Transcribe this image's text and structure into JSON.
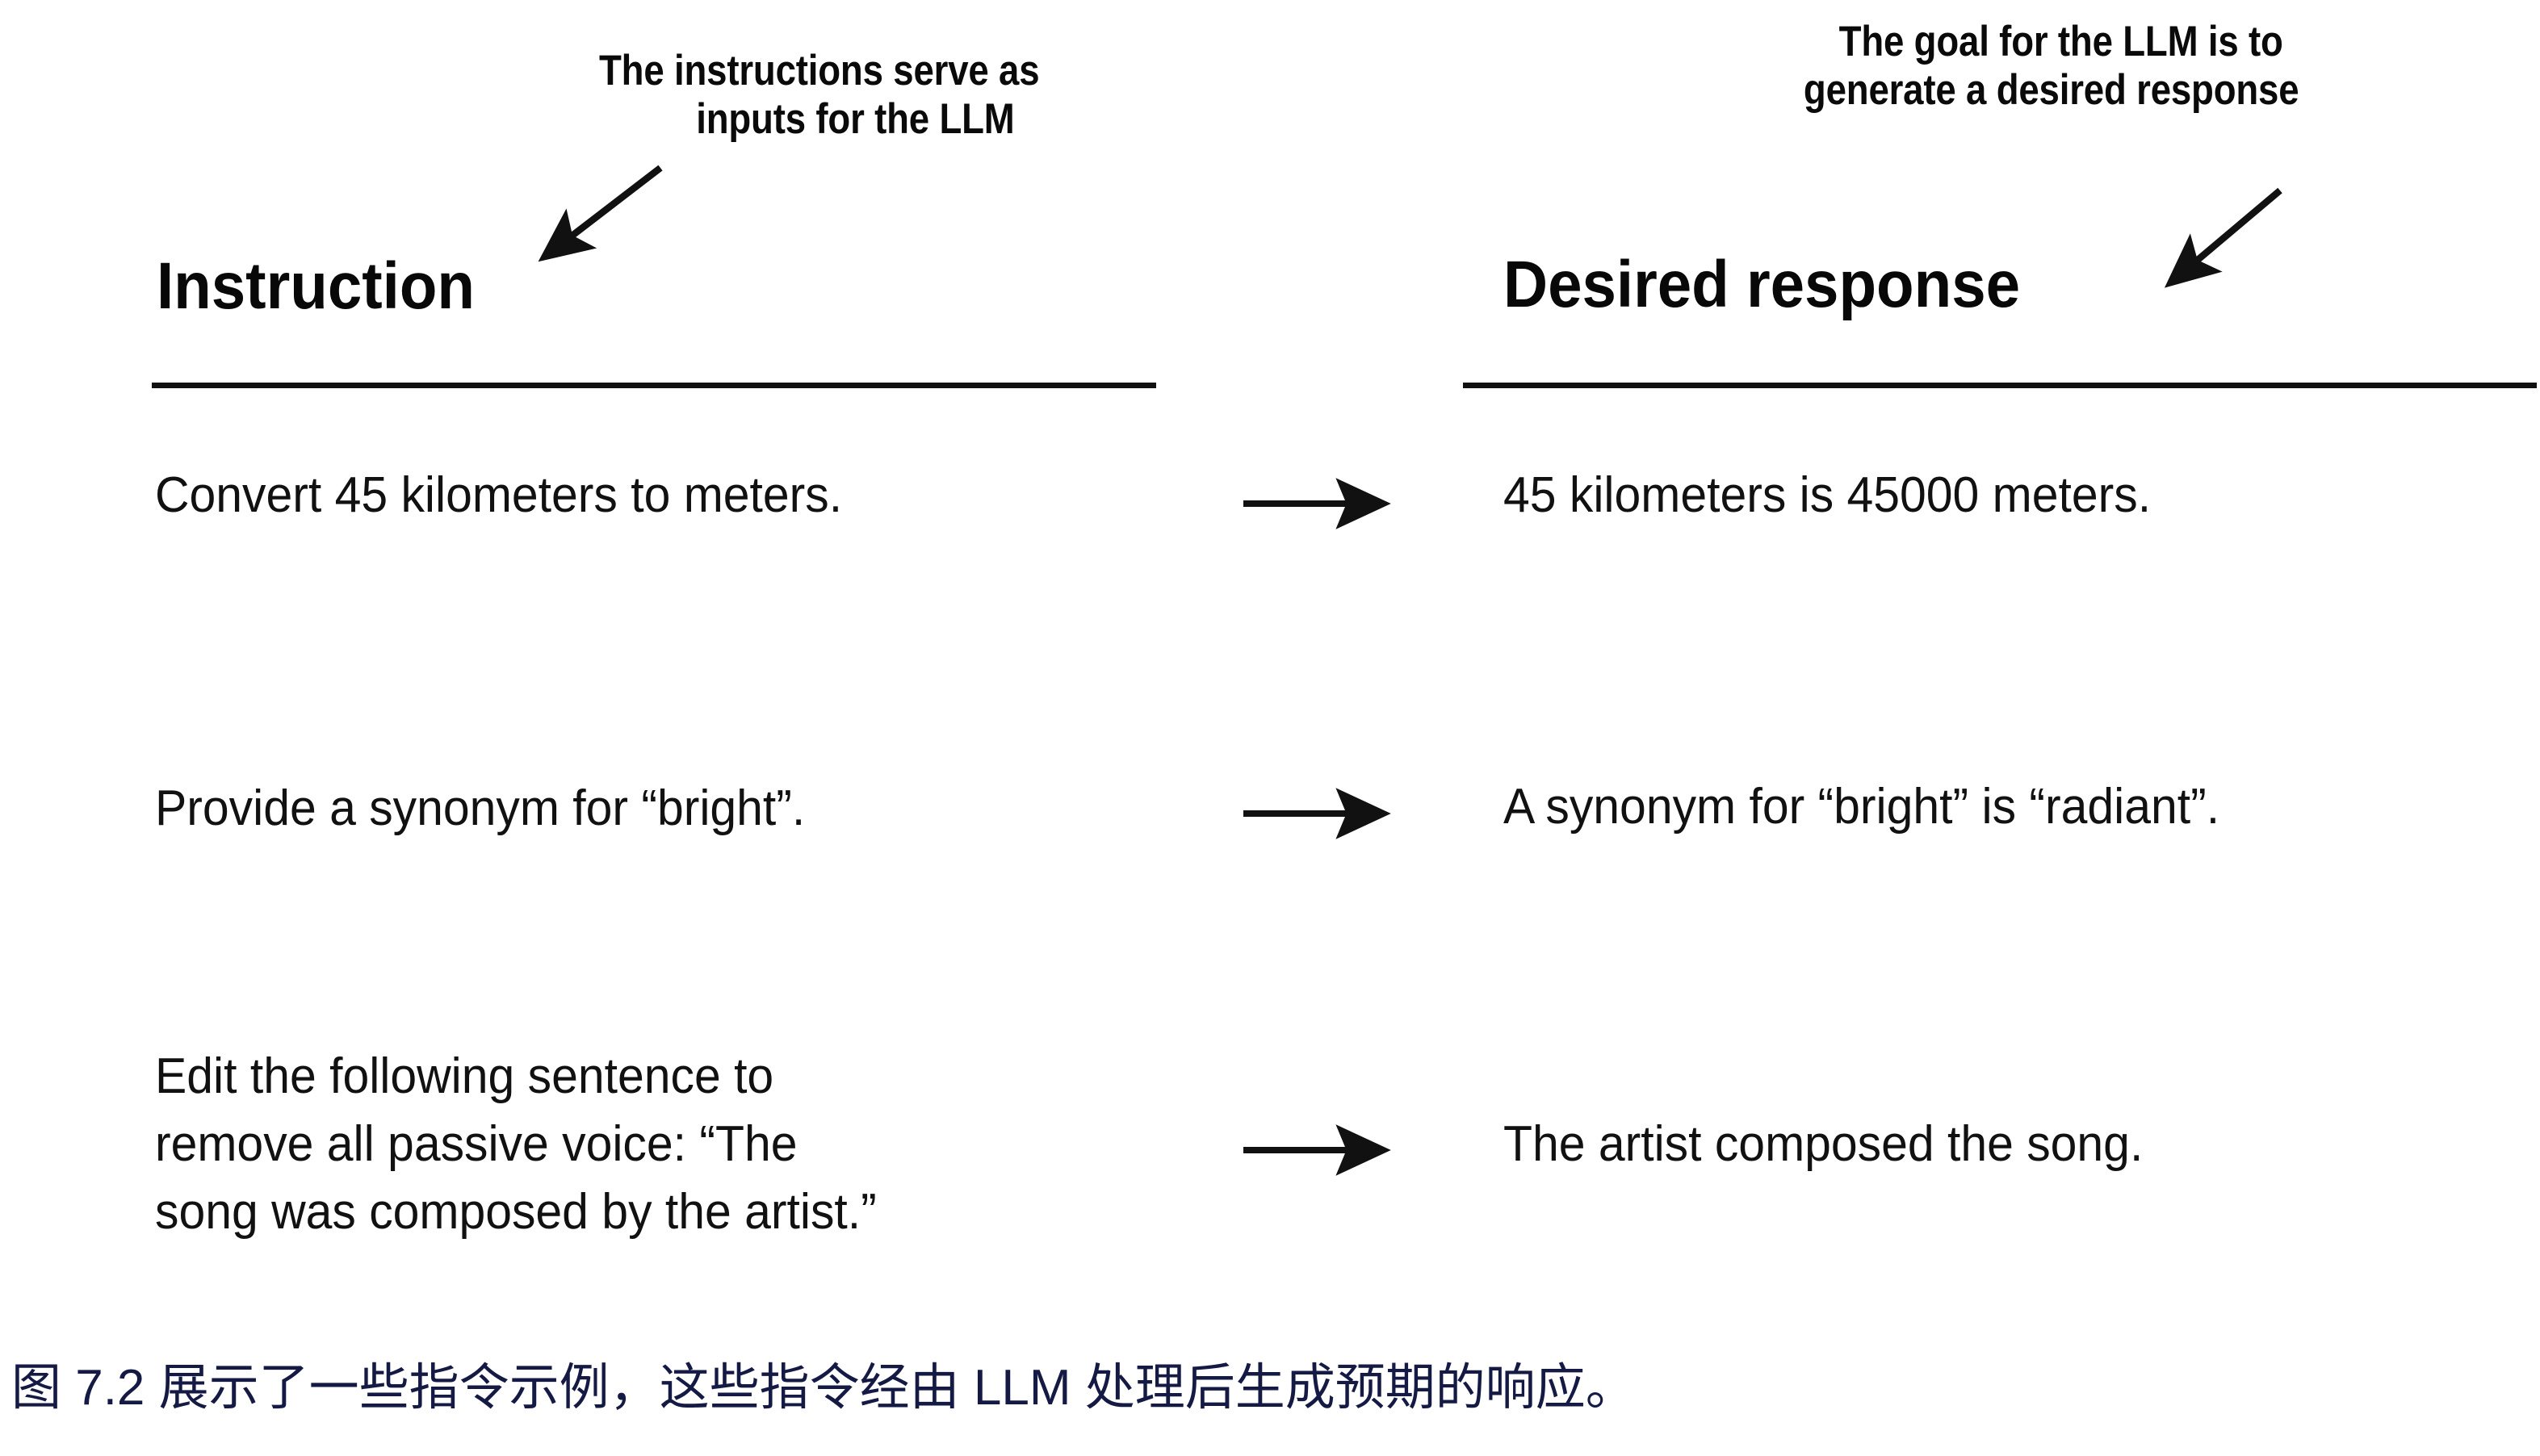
{
  "figure": {
    "annotations": [
      {
        "name": "instruction-callout",
        "lines": [
          "The instructions serve as",
          "inputs for the LLM"
        ]
      },
      {
        "name": "response-callout",
        "lines": [
          "The goal for the LLM is to",
          "generate a desired response"
        ]
      }
    ],
    "columns": {
      "left_header": "Instruction",
      "right_header": "Desired response"
    },
    "rows": [
      {
        "instruction_lines": [
          "Convert 45 kilometers to meters."
        ],
        "response_lines": [
          "45 kilometers is 45000 meters."
        ],
        "connector": "arrow-right-icon"
      },
      {
        "instruction_lines": [
          "Provide a synonym for “bright”."
        ],
        "response_lines": [
          "A synonym for “bright” is “radiant”."
        ],
        "connector": "arrow-right-icon"
      },
      {
        "instruction_lines": [
          "Edit the following sentence to",
          "remove all passive voice: “The",
          "song was composed by the artist.”"
        ],
        "response_lines": [
          "The artist composed the song."
        ],
        "connector": "arrow-right-icon"
      }
    ],
    "caption": "图 7.2 展示了一些指令示例，这些指令经由 LLM 处理后生成预期的响应。",
    "colors": {
      "background": "#ffffff",
      "text": "#111111",
      "rule": "#111111",
      "arrow": "#111111",
      "caption": "#151a45"
    }
  }
}
